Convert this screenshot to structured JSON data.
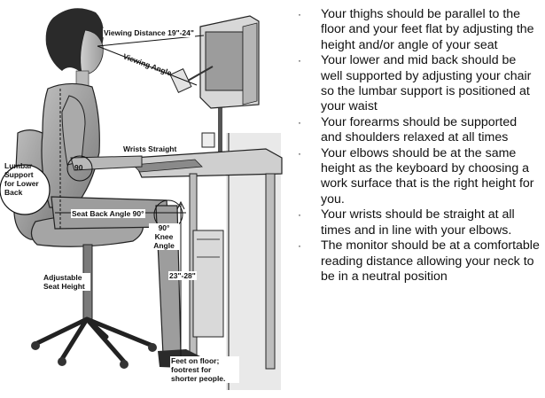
{
  "illustration": {
    "labels": {
      "viewing_distance": "Viewing Distance 19\"-24\"",
      "viewing_angle": "Viewing Angle",
      "wrists_straight": "Wrists Straight",
      "lumbar_support": "Lumbar Support for Lower Back",
      "angle_90": "90",
      "seat_back_angle": "Seat Back Angle 90°",
      "knee_angle": "90° Knee Angle",
      "adjustable_seat_height": "Adjustable Seat Height",
      "height_range": "23\"-28\"",
      "feet_on_floor": "Feet on floor; footrest for shorter people."
    }
  },
  "tips": [
    "Your thighs should be parallel to the floor and your feet flat by adjusting the height and/or angle of your seat",
    "Your lower and mid back should be well supported by adjusting your chair so the lumbar support is positioned at your waist",
    "Your forearms should be supported and shoulders relaxed at all times",
    "Your elbows should be at the same height as the keyboard by choosing a work surface that is the right height for you.",
    "Your wrists should be straight at all times and in line with your elbows.",
    "The monitor should be at a comfortable reading distance allowing your neck to be in a neutral position"
  ],
  "bullet_glyph": "·"
}
